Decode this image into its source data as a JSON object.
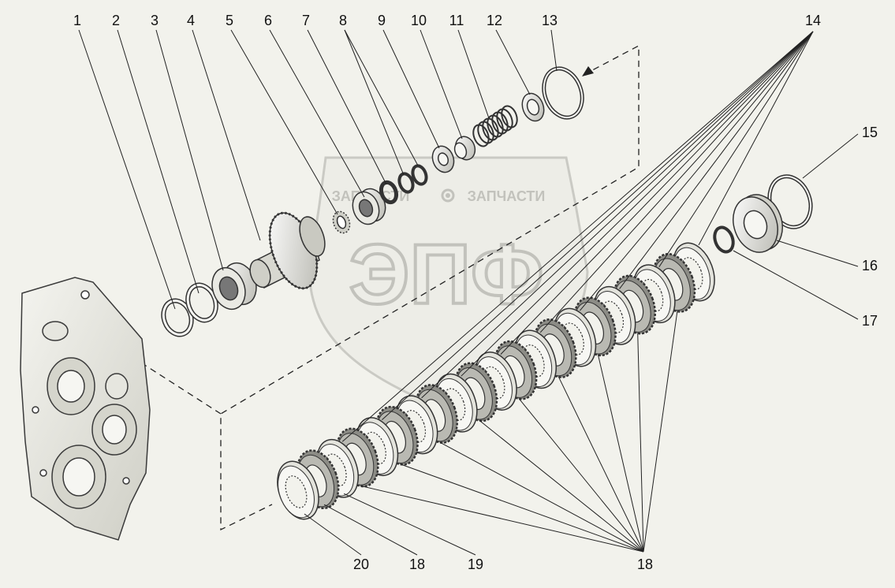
{
  "watermark": {
    "brand_top_left": "ЗАПЧАСТИ",
    "brand_top_right": "ЗАПЧАСТИ",
    "logo_text": "ЭПФ"
  },
  "callouts": [
    {
      "id": "1",
      "text": "1"
    },
    {
      "id": "2",
      "text": "2"
    },
    {
      "id": "3",
      "text": "3"
    },
    {
      "id": "4",
      "text": "4"
    },
    {
      "id": "5",
      "text": "5"
    },
    {
      "id": "6",
      "text": "6"
    },
    {
      "id": "7",
      "text": "7"
    },
    {
      "id": "8",
      "text": "8"
    },
    {
      "id": "9",
      "text": "9"
    },
    {
      "id": "10",
      "text": "10"
    },
    {
      "id": "11",
      "text": "11"
    },
    {
      "id": "12",
      "text": "12"
    },
    {
      "id": "13",
      "text": "13"
    },
    {
      "id": "14",
      "text": "14"
    },
    {
      "id": "15",
      "text": "15"
    },
    {
      "id": "16",
      "text": "16"
    },
    {
      "id": "17",
      "text": "17"
    },
    {
      "id": "18a",
      "text": "18"
    },
    {
      "id": "19",
      "text": "19"
    },
    {
      "id": "20",
      "text": "20"
    },
    {
      "id": "18b",
      "text": "18"
    }
  ]
}
